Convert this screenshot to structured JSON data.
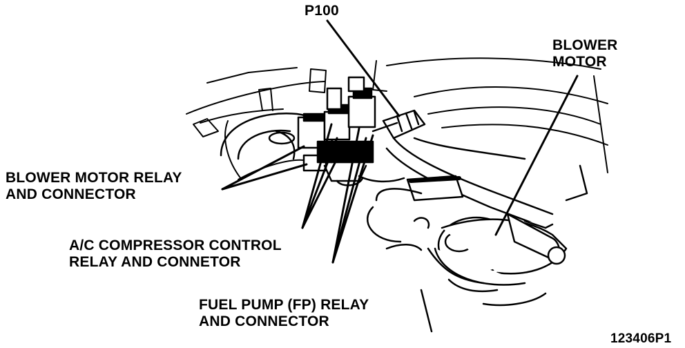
{
  "labels": {
    "p100": "P100",
    "blower_motor": [
      "BLOWER",
      "MOTOR"
    ],
    "blower_relay": [
      "BLOWER MOTOR RELAY",
      "AND CONNECTOR"
    ],
    "ac_relay": [
      "A/C COMPRESSOR CONTROL",
      "RELAY AND CONNETOR"
    ],
    "fp_relay": [
      "FUEL PUMP (FP) RELAY",
      "AND CONNECTOR"
    ],
    "figure_id": "123406P1"
  },
  "components": [
    {
      "name": "blower-motor",
      "icon": "blower-motor-icon"
    },
    {
      "name": "relay-bracket",
      "icon": "relay-block-icon"
    },
    {
      "name": "wiring-harness",
      "icon": "harness-icon"
    },
    {
      "name": "connector-p100",
      "icon": "connector-icon"
    }
  ],
  "colors": {
    "ink": "#000000",
    "background": "#ffffff"
  }
}
